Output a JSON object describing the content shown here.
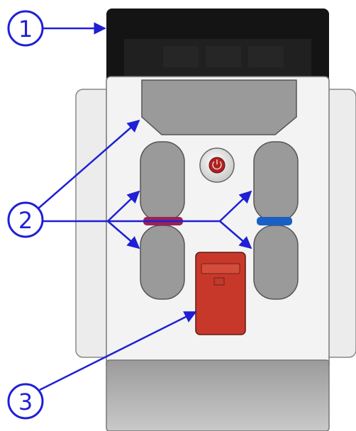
{
  "callouts": [
    {
      "label": "1",
      "target": "lcd-screen"
    },
    {
      "label": "2",
      "target": "side-buttons"
    },
    {
      "label": "3",
      "target": "red-module"
    }
  ],
  "colors": {
    "screen": "#141414",
    "housing": "#f1f1f1",
    "button_gray": "#9a9a9a",
    "arrow_blue": "#1f1fd6",
    "accent_red": "#c8382a",
    "accent_purple": "#9a2258",
    "accent_blue": "#1a5fc4",
    "center_button": "#b02020"
  },
  "icons": {
    "center": "power-button-icon"
  }
}
